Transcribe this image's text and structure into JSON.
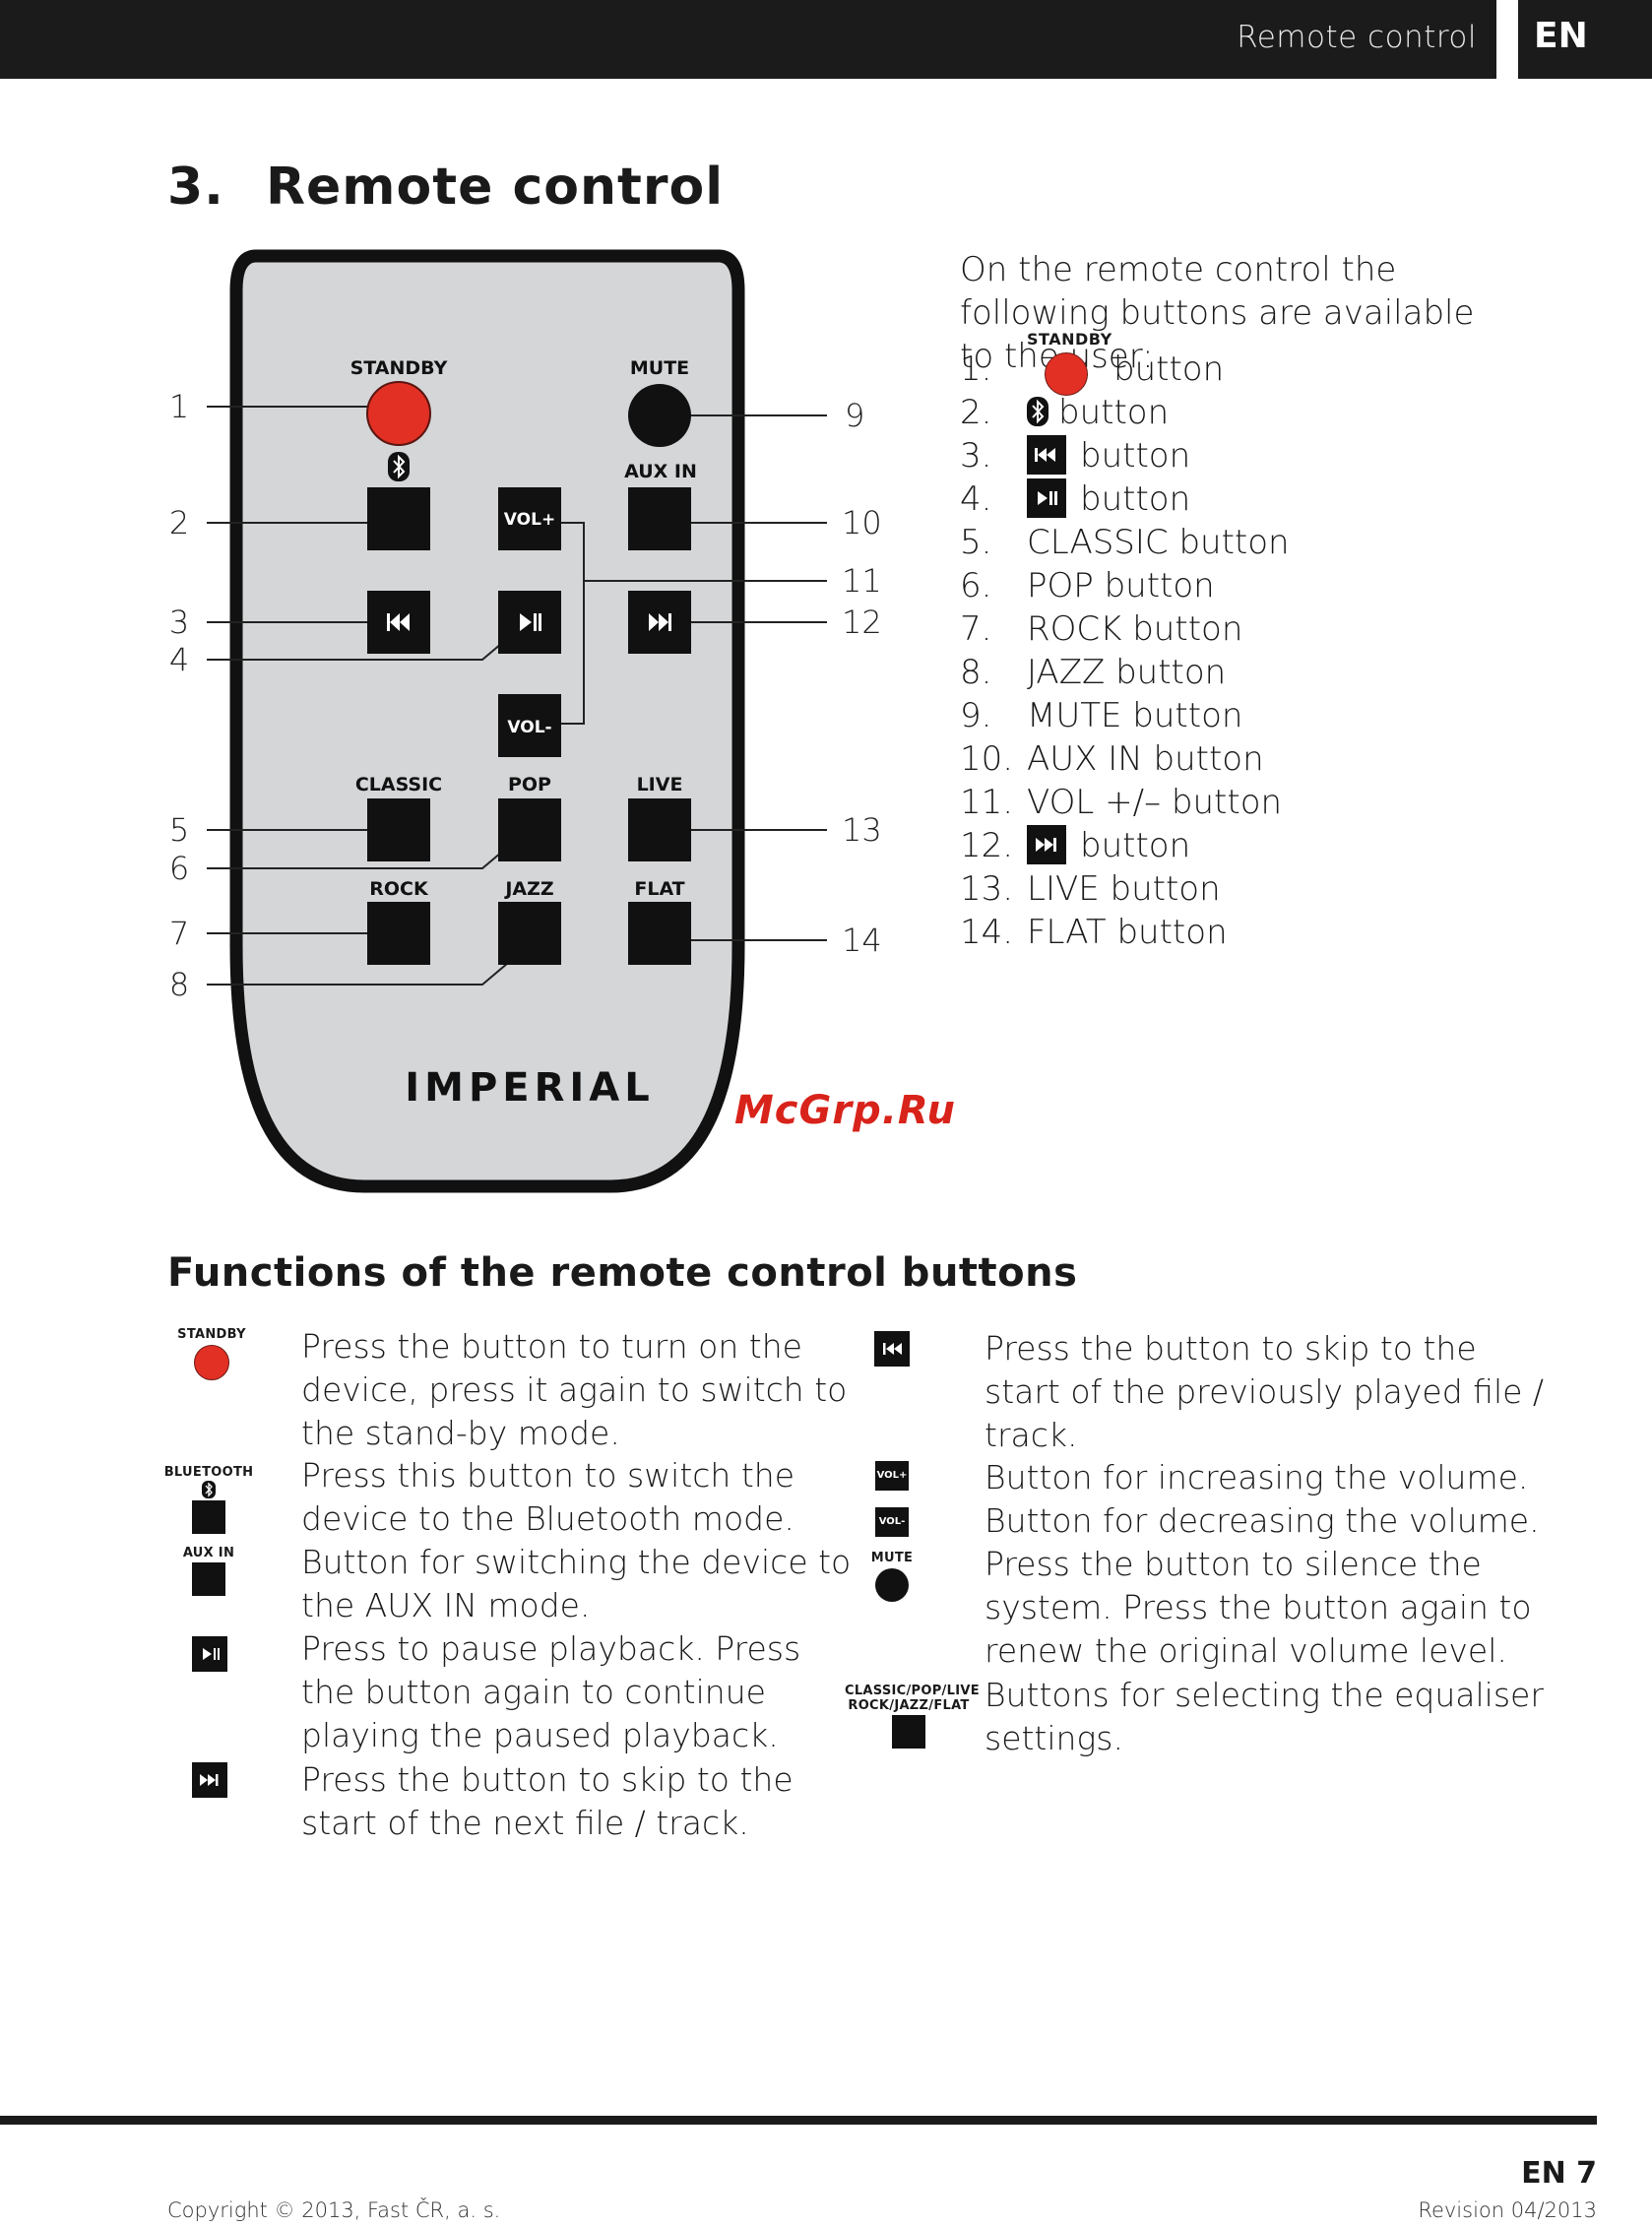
{
  "header": {
    "title": "Remote control",
    "lang": "EN"
  },
  "section": {
    "number": "3.",
    "title": "Remote control"
  },
  "remote": {
    "brand": "IMPERIAL",
    "labels": {
      "standby": "STANDBY",
      "mute": "MUTE",
      "aux_in": "AUX IN",
      "vol_plus": "VOL+",
      "vol_minus": "VOL-",
      "classic": "CLASSIC",
      "pop": "POP",
      "live": "LIVE",
      "rock": "ROCK",
      "jazz": "JAZZ",
      "flat": "FLAT"
    },
    "callouts_left": [
      "1",
      "2",
      "3",
      "4",
      "5",
      "6",
      "7",
      "8"
    ],
    "callouts_right": [
      "9",
      "10",
      "11",
      "12",
      "13",
      "14"
    ],
    "colors": {
      "standby": "#e23025",
      "body": "#d4d6d8",
      "frame": "#111111"
    }
  },
  "intro_text": "On the remote control the following buttons are available to the user:",
  "button_list": [
    {
      "n": "1.",
      "icon": "standby-button-icon",
      "icon_label": "STANDBY",
      "text": "button"
    },
    {
      "n": "2.",
      "icon": "bluetooth-icon",
      "text": "button"
    },
    {
      "n": "3.",
      "icon": "previous-track-icon",
      "text": "button"
    },
    {
      "n": "4.",
      "icon": "play-pause-icon",
      "text": "button"
    },
    {
      "n": "5.",
      "text": "CLASSIC button"
    },
    {
      "n": "6.",
      "text": "POP button"
    },
    {
      "n": "7.",
      "text": "ROCK button"
    },
    {
      "n": "8.",
      "text": "JAZZ button"
    },
    {
      "n": "9.",
      "text": "MUTE button"
    },
    {
      "n": "10.",
      "text": "AUX IN button"
    },
    {
      "n": "11.",
      "text": "VOL +/– button"
    },
    {
      "n": "12.",
      "icon": "next-track-icon",
      "text": "button"
    },
    {
      "n": "13.",
      "text": "LIVE button"
    },
    {
      "n": "14.",
      "text": "FLAT button"
    }
  ],
  "functions": {
    "title": "Functions of the remote control buttons",
    "left": [
      {
        "icon": "standby-icon",
        "label": "STANDBY",
        "lines": [
          "Press the button to turn on the",
          "device, press it again to switch to",
          "the stand-by mode."
        ]
      },
      {
        "icon": "bluetooth-button-icon",
        "label": "BLUETOOTH",
        "lines": [
          "Press this button to switch the",
          "device to the Bluetooth mode."
        ]
      },
      {
        "icon": "aux-in-button-icon",
        "label": "AUX IN",
        "lines": [
          "Button for switching the device to",
          "the AUX IN mode."
        ]
      },
      {
        "icon": "play-pause-icon",
        "lines": [
          "Press to pause playback. Press",
          "the button again to continue",
          "playing the paused playback."
        ]
      },
      {
        "icon": "next-track-icon",
        "lines": [
          "Press the button to skip to the",
          "start of the next file / track."
        ]
      }
    ],
    "right": [
      {
        "icon": "previous-track-icon",
        "lines": [
          "Press the button to skip to the",
          "start of the previously played file /",
          "track."
        ]
      },
      {
        "icon": "vol-plus-icon",
        "label": "VOL+",
        "lines": [
          "Button for increasing the volume."
        ]
      },
      {
        "icon": "vol-minus-icon",
        "label": "VOL-",
        "lines": [
          "Button for decreasing the volume."
        ]
      },
      {
        "icon": "mute-icon",
        "label": "MUTE",
        "lines": [
          "Press the button to silence the",
          "system. Press the button again to",
          "renew the original volume level."
        ]
      },
      {
        "icon": "equaliser-button-icon",
        "label1": "CLASSIC/POP/LIVE",
        "label2": "ROCK/JAZZ/FLAT",
        "lines": [
          "Buttons for selecting the equaliser",
          "settings."
        ]
      }
    ]
  },
  "footer": {
    "page": "EN 7",
    "copyright": "Copyright © 2013, Fast ČR, a. s.",
    "revision": "Revision 04/2013"
  },
  "watermark": "McGrp.Ru"
}
